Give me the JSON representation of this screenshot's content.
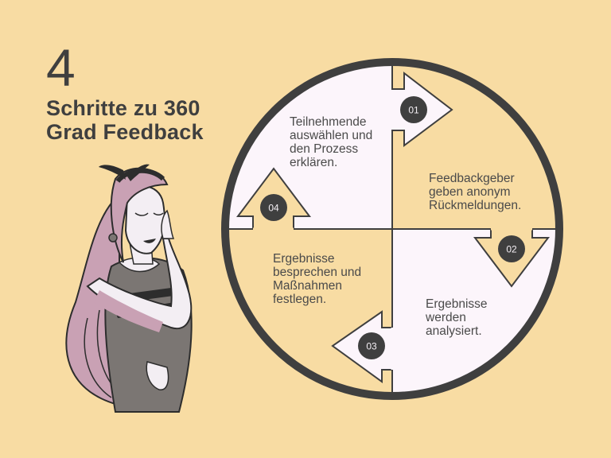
{
  "header": {
    "number": "4",
    "title_lines": [
      "Schritte zu 360",
      "Grad Feedback"
    ]
  },
  "colors": {
    "background": "#f8dca3",
    "quadrant_light": "#fcf5fb",
    "dark": "#3f3f3f",
    "hair_pink": "#c9a1b4",
    "shirt_gray": "#7b7673"
  },
  "steps": [
    {
      "badge": "01",
      "direction": "right",
      "lines": [
        "Teilnehmende",
        "auswählen und",
        "den Prozess",
        "erklären."
      ]
    },
    {
      "badge": "02",
      "direction": "down",
      "lines": [
        "Feedbackgeber",
        "geben anonym",
        "Rückmeldungen."
      ]
    },
    {
      "badge": "03",
      "direction": "left",
      "lines": [
        "Ergebnisse",
        "werden",
        "analysiert."
      ]
    },
    {
      "badge": "04",
      "direction": "up",
      "lines": [
        "Ergebnisse",
        "besprechen und",
        "Maßnahmen",
        "festlegen."
      ]
    }
  ],
  "illustration": {
    "subject": "woman-thinking-illustration"
  }
}
